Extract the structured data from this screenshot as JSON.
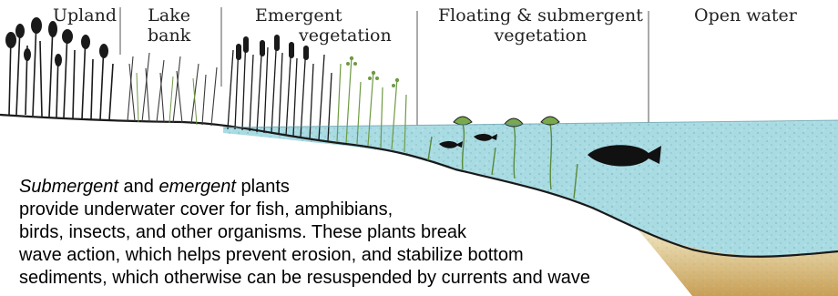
{
  "zones": [
    {
      "id": "upland",
      "lines": [
        "Upland"
      ]
    },
    {
      "id": "lake-bank",
      "lines": [
        "Lake",
        "bank"
      ]
    },
    {
      "id": "emergent",
      "lines": [
        "Emergent",
        "vegetation"
      ]
    },
    {
      "id": "floating-submergent",
      "lines": [
        "Floating & submergent",
        "vegetation"
      ]
    },
    {
      "id": "open-water",
      "lines": [
        "Open water"
      ]
    }
  ],
  "caption": {
    "line1_em1": "Submergent",
    "line1_and": " and ",
    "line1_em2": "emergent",
    "line1_rest": " plants",
    "line2": "provide underwater cover for fish, amphibians,",
    "line3": "birds, insects, and other organisms.  These plants break",
    "line4": "wave action, which helps prevent erosion, and stabilize bottom",
    "line5": "sediments, which otherwise can be resuspended by currents and wave"
  },
  "colors": {
    "water": "#a9dbe3",
    "water_speckle": "#6fa8b4",
    "sediment_light": "#e7dba8",
    "sediment_dark": "#c9a45c",
    "ink": "#1a1a1a",
    "plant_green": "#6e9a43"
  }
}
